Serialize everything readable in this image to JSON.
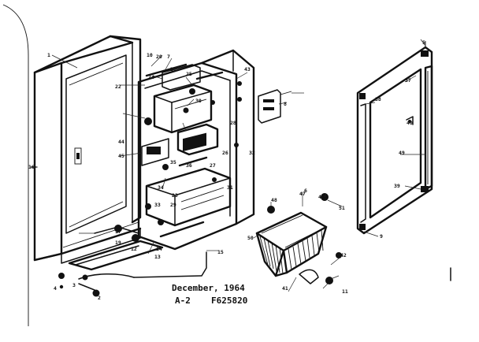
{
  "caption": {
    "date": "December, 1964",
    "page": "A-2",
    "part_no": "F625820"
  },
  "callouts": {
    "c1": "1",
    "c2": "2",
    "c3": "3",
    "c4": "4",
    "c5": "5",
    "c6": "6",
    "c7": "7",
    "c8": "8",
    "c9": "9",
    "c10": "10",
    "c11": "11",
    "c12": "12",
    "c13": "13",
    "c14": "14",
    "c15": "15",
    "c16": "16",
    "c17": "17",
    "c18": "18",
    "c19": "19",
    "c20": "20",
    "c21": "21",
    "c22": "22",
    "c23": "23",
    "c24": "24",
    "c25": "25",
    "c26": "26",
    "c27": "27",
    "c28": "28",
    "c29": "29",
    "c30": "30",
    "c31": "31",
    "c32": "32",
    "c33": "33",
    "c34": "34",
    "c35": "35",
    "c36": "36",
    "c37": "37",
    "c38": "38",
    "c39": "39",
    "c40": "40",
    "c41": "41",
    "c42": "42",
    "c43": "43",
    "c44": "44",
    "c45": "45",
    "c46": "46",
    "c47": "47",
    "c48": "48",
    "c49": "49",
    "c50": "50",
    "c51": "51"
  }
}
